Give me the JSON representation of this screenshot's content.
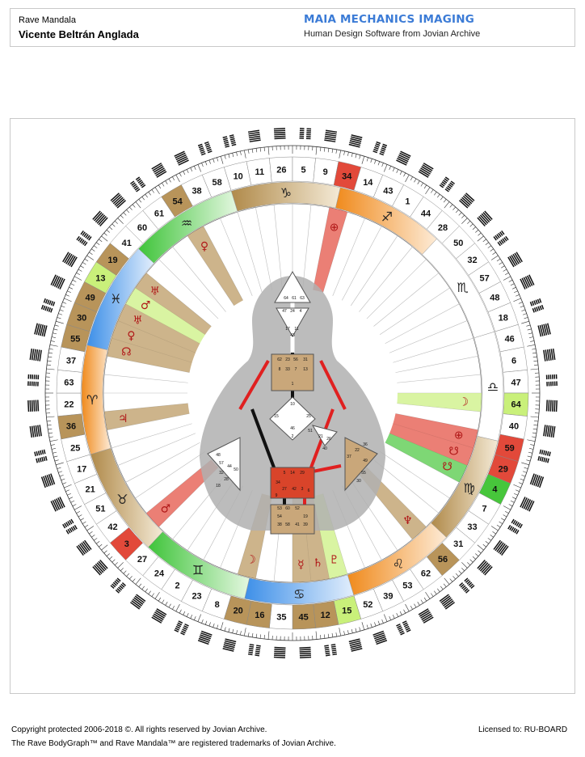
{
  "header": {
    "chart_type": "Rave Mandala",
    "person_name": "Vicente Beltrán Anglada",
    "brand": "MAIA MECHANICS IMAGING",
    "tagline": "Human Design Software from Jovian Archive"
  },
  "gates": [
    10,
    11,
    26,
    5,
    9,
    34,
    14,
    43,
    1,
    44,
    28,
    50,
    32,
    57,
    48,
    18,
    46,
    6,
    47,
    64,
    40,
    59,
    29,
    4,
    7,
    33,
    31,
    56,
    62,
    53,
    39,
    52,
    15,
    12,
    45,
    35,
    16,
    20,
    8,
    23,
    2,
    24,
    27,
    3,
    42,
    51,
    21,
    17,
    25,
    36,
    22,
    63,
    37,
    55,
    30,
    49,
    13,
    19,
    41,
    60,
    61,
    54,
    38,
    58
  ],
  "gate_colors": {
    "10": "#ffffff",
    "11": "#ffffff",
    "26": "#ffffff",
    "5": "#ffffff",
    "9": "#ffffff",
    "34": "#e2493a",
    "14": "#ffffff",
    "43": "#ffffff",
    "1": "#ffffff",
    "44": "#ffffff",
    "28": "#ffffff",
    "50": "#ffffff",
    "32": "#ffffff",
    "57": "#ffffff",
    "48": "#ffffff",
    "18": "#ffffff",
    "46": "#ffffff",
    "6": "#ffffff",
    "47": "#ffffff",
    "64": "#c9f07a",
    "40": "#ffffff",
    "59": "#e2493a",
    "29": "#e2493a",
    "4": "#47c63b",
    "7": "#ffffff",
    "33": "#ffffff",
    "31": "#ffffff",
    "56": "#b8945a",
    "62": "#ffffff",
    "53": "#ffffff",
    "39": "#ffffff",
    "52": "#ffffff",
    "15": "#c9f07a",
    "12": "#b8945a",
    "45": "#b8945a",
    "35": "#ffffff",
    "16": "#b8945a",
    "20": "#b8945a",
    "8": "#ffffff",
    "23": "#ffffff",
    "2": "#ffffff",
    "24": "#ffffff",
    "27": "#ffffff",
    "3": "#e2493a",
    "42": "#ffffff",
    "51": "#ffffff",
    "21": "#ffffff",
    "17": "#ffffff",
    "25": "#ffffff",
    "36": "#b8945a",
    "22": "#ffffff",
    "63": "#ffffff",
    "37": "#ffffff",
    "55": "#b8945a",
    "30": "#b8945a",
    "49": "#b8945a",
    "13": "#c9f07a",
    "19": "#b8945a",
    "41": "#ffffff",
    "60": "#ffffff",
    "61": "#ffffff",
    "54": "#b8945a",
    "38": "#ffffff",
    "58": "#ffffff"
  },
  "zodiac": [
    {
      "glyph": "♑",
      "gradient": "brown"
    },
    {
      "glyph": "♐",
      "gradient": "orange"
    },
    {
      "glyph": "♏",
      "gradient": "white"
    },
    {
      "glyph": "♎",
      "gradient": "white"
    },
    {
      "glyph": "♍",
      "gradient": "brown"
    },
    {
      "glyph": "♌",
      "gradient": "orange"
    },
    {
      "glyph": "♋",
      "gradient": "blue"
    },
    {
      "glyph": "♊",
      "gradient": "green"
    },
    {
      "glyph": "♉",
      "gradient": "brown"
    },
    {
      "glyph": "♈",
      "gradient": "orange"
    },
    {
      "glyph": "♓",
      "gradient": "blue"
    },
    {
      "glyph": "♒",
      "gradient": "green"
    }
  ],
  "planet_wedges": [
    {
      "gate": "34",
      "glyph": "⊕",
      "color": "#e2493a"
    },
    {
      "gate": "64",
      "glyph": "☽",
      "color": "#c9f07a"
    },
    {
      "gate": "59",
      "glyph": "⊕",
      "color": "#e2493a"
    },
    {
      "gate": "29",
      "glyph": "☋",
      "color": "#e2493a"
    },
    {
      "gate": "4",
      "glyph": "☋",
      "color": "#47c63b"
    },
    {
      "gate": "56",
      "glyph": "♆",
      "color": "#b8945a"
    },
    {
      "gate": "15",
      "glyph": "♇",
      "color": "#c9f07a"
    },
    {
      "gate": "12",
      "glyph": "♄",
      "color": "#b8945a"
    },
    {
      "gate": "45",
      "glyph": "☿",
      "color": "#b8945a"
    },
    {
      "gate": "20",
      "glyph": "☽",
      "color": "#b8945a"
    },
    {
      "gate": "3",
      "glyph": "♂",
      "color": "#e2493a"
    },
    {
      "gate": "36",
      "glyph": "♃",
      "color": "#b8945a"
    },
    {
      "gate": "55",
      "glyph": "☊",
      "color": "#b8945a"
    },
    {
      "gate": "30",
      "glyph": "♀",
      "color": "#b8945a"
    },
    {
      "gate": "49",
      "glyph": "♅",
      "color": "#b8945a"
    },
    {
      "gate": "13",
      "glyph": "♂",
      "color": "#c9f07a"
    },
    {
      "gate": "19",
      "glyph": "♅",
      "color": "#b8945a"
    },
    {
      "gate": "54",
      "glyph": "♀",
      "color": "#b8945a"
    }
  ],
  "bodygraph_labels": [
    "64",
    "61",
    "63",
    "47",
    "24",
    "4",
    "17",
    "11",
    "43",
    "62",
    "23",
    "56",
    "31",
    "8",
    "33",
    "7",
    "13",
    "1",
    "10",
    "15",
    "25",
    "46",
    "2",
    "51",
    "21",
    "26",
    "40",
    "48",
    "57",
    "44",
    "50",
    "32",
    "28",
    "18",
    "5",
    "14",
    "29",
    "34",
    "27",
    "42",
    "3",
    "9",
    "6",
    "37",
    "22",
    "36",
    "49",
    "55",
    "30",
    "53",
    "60",
    "52",
    "54",
    "38",
    "58",
    "19",
    "39",
    "41"
  ],
  "footer": {
    "copyright": "Copyright protected 2006-2018 ©. All rights reserved by Jovian Archive.",
    "trademarks": "The Rave BodyGraph™ and Rave Mandala™ are registered trademarks of Jovian Archive.",
    "license": "Licensed to: RU-BOARD"
  }
}
